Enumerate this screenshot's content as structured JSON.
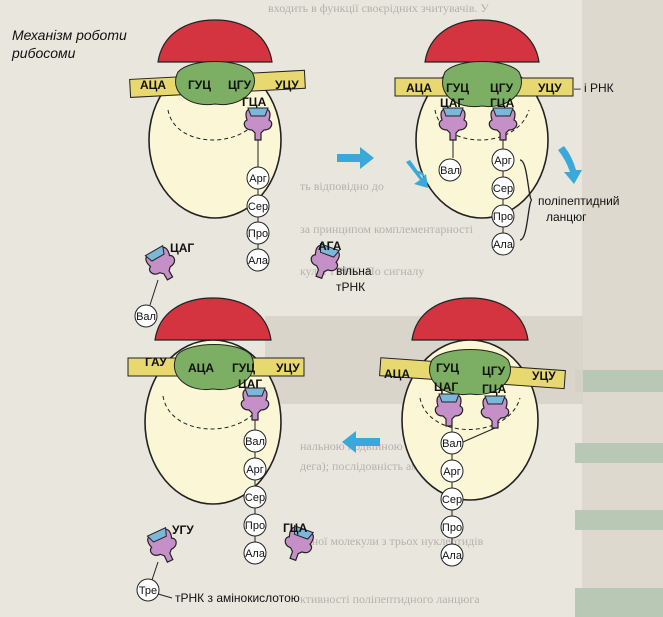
{
  "title_line1": "Механізм роботи",
  "title_line2": "рибосоми",
  "labels": {
    "irna": "– і РНК",
    "polypeptide_line1": "поліпептидний",
    "polypeptide_line2": "ланцюг",
    "free_trna_line1": "вільна",
    "free_trna_line2": "тРНК",
    "trna_with_aa": "тРНК з амінокислотою"
  },
  "panel1": {
    "mrna": [
      "АЦА",
      "ГУЦ",
      "ЦГУ",
      "УЦУ"
    ],
    "ribosome_anticodon": "ГЦА",
    "chain": [
      "Арг",
      "Сер",
      "Про",
      "Ала"
    ],
    "trna_left_anticodon": "ЦАГ",
    "trna_left_aa": "Вал",
    "trna_right_anticodon": "АГА"
  },
  "panel2": {
    "mrna": [
      "АЦА",
      "ГУЦ",
      "ЦГУ",
      "УЦУ"
    ],
    "anticodons": [
      "ЦАГ",
      "ГЦА"
    ],
    "left_aa": "Вал",
    "chain": [
      "Арг",
      "Сер",
      "Про",
      "Ала"
    ]
  },
  "panel3": {
    "mrna": [
      "АЦА",
      "ГУЦ",
      "ЦГУ",
      "УЦУ"
    ],
    "anticodons": [
      "ЦАГ",
      "ГЦА"
    ],
    "chain": [
      "Вал",
      "Арг",
      "Сер",
      "Про",
      "Ала"
    ]
  },
  "panel4": {
    "mrna": [
      "ГАУ",
      "АЦА",
      "ГУЦ",
      "УЦУ"
    ],
    "anticodon": "ЦАГ",
    "chain": [
      "Вал",
      "Арг",
      "Сер",
      "Про",
      "Ала"
    ],
    "trna_left_anticodon": "УГУ",
    "trna_left_aa": "Тре",
    "trna_right_anticodon": "ГЦА"
  }
}
